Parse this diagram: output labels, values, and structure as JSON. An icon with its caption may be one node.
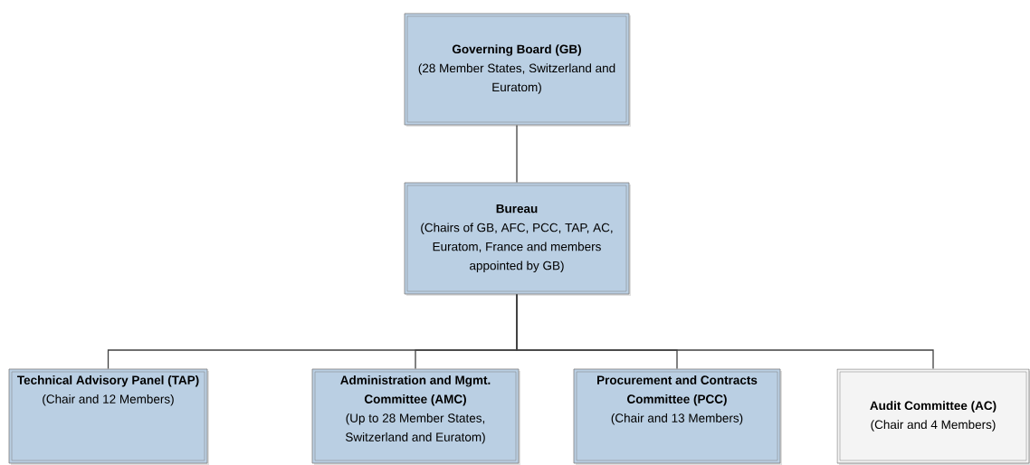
{
  "diagram": {
    "nodes": [
      {
        "text": [
          "Governing Board (GB)",
          "(28 Member States, Switzerland and Euratom)"
        ]
      },
      {
        "text": [
          "Bureau",
          "(Chairs of GB, AFC, PCC, TAP, AC, Euratom, France and members appointed by GB)"
        ]
      },
      {
        "text": [
          "Technical Advisory Panel (TAP)",
          "(Chair and 12 Members)"
        ]
      },
      {
        "text": [
          "Administration and Mgmt. Committee (AMC)",
          "(Up to 28 Member States, Switzerland and Euratom)"
        ]
      },
      {
        "text": [
          "Procurement and Contracts Committee (PCC)",
          "(Chair and 13 Members)"
        ]
      },
      {
        "text": [
          "Audit Committee (AC)",
          "(Chair and 4 Members)"
        ]
      }
    ],
    "edges": [
      {
        "from": 0,
        "to": 1,
        "arrow": "none"
      },
      {
        "from": 1,
        "to": 2,
        "arrow": "none"
      },
      {
        "from": 1,
        "to": 3,
        "arrow": "none"
      },
      {
        "from": 1,
        "to": 4,
        "arrow": "none"
      },
      {
        "from": 1,
        "to": 5,
        "arrow": "none"
      }
    ]
  }
}
